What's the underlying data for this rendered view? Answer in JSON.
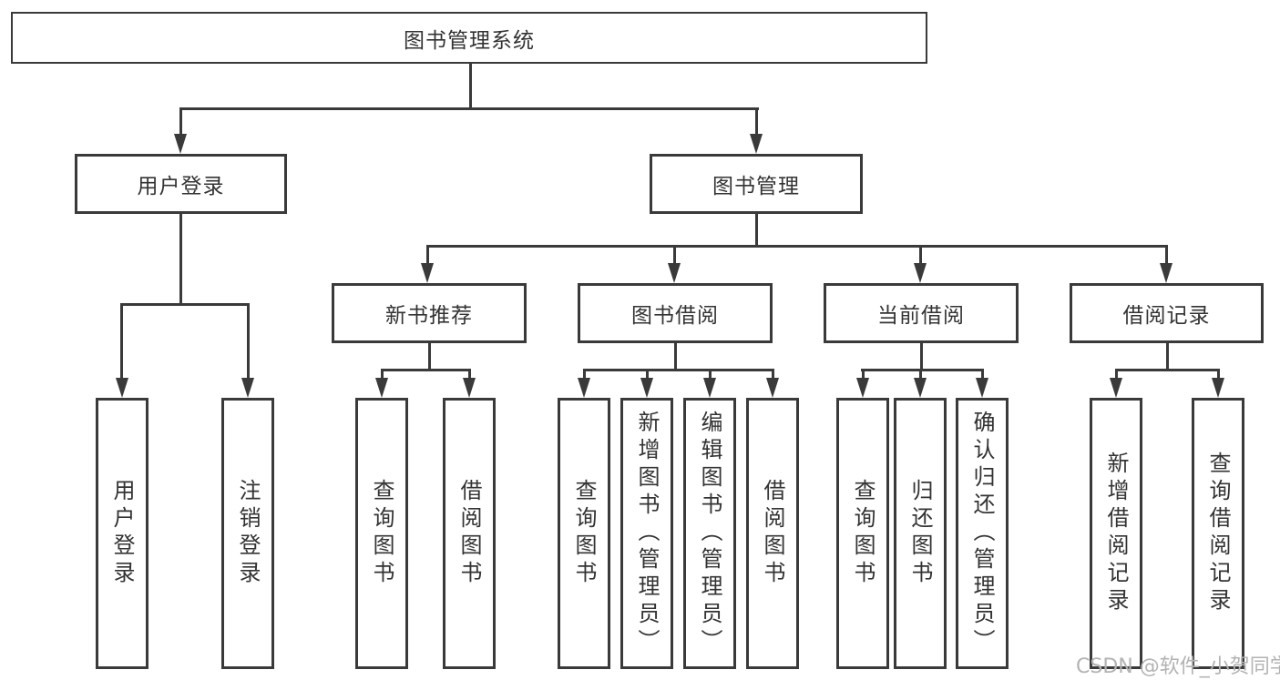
{
  "diagram": {
    "root": {
      "label": "图书管理系统"
    },
    "level1": [
      {
        "label": "用户登录"
      },
      {
        "label": "图书管理"
      }
    ],
    "level2": [
      {
        "label": "新书推荐"
      },
      {
        "label": "图书借阅"
      },
      {
        "label": "当前借阅"
      },
      {
        "label": "借阅记录"
      }
    ],
    "leaves": [
      {
        "label": "用户登录"
      },
      {
        "label": "注销登录"
      },
      {
        "label": "查询图书"
      },
      {
        "label": "借阅图书"
      },
      {
        "label": "查询图书"
      },
      {
        "label": "新增图书（管理员）"
      },
      {
        "label": "编辑图书（管理员）"
      },
      {
        "label": "借阅图书"
      },
      {
        "label": "查询图书"
      },
      {
        "label": "归还图书"
      },
      {
        "label": "确认归还（管理员）"
      },
      {
        "label": "新增借阅记录"
      },
      {
        "label": "查询借阅记录"
      }
    ]
  },
  "watermark": {
    "text": "CSDN @软件_小贺同学"
  },
  "colors": {
    "line": "#3a3a3a",
    "text": "#333333",
    "watermark": "#b3b3b3",
    "background": "#ffffff"
  }
}
